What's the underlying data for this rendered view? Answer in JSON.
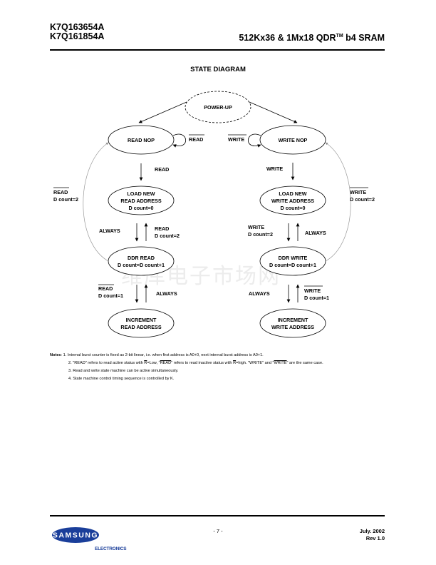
{
  "header": {
    "part1": "K7Q163654A",
    "part2": "K7Q161854A",
    "product": "512Kx36 & 1Mx18  QDR",
    "product_tm": "TM",
    "product_suffix": " b4 SRAM"
  },
  "diagram_title": "STATE DIAGRAM",
  "states": {
    "power_up": "POWER-UP",
    "read_nop": "READ NOP",
    "write_nop": "WRITE NOP",
    "load_read": [
      "LOAD NEW",
      "READ ADDRESS",
      "D count=0"
    ],
    "load_write": [
      "LOAD NEW",
      "WRITE ADDRESS",
      "D count=0"
    ],
    "ddr_read": [
      "DDR READ",
      "D count=D count+1"
    ],
    "ddr_write": [
      "DDR WRITE",
      "D count=D count+1"
    ],
    "inc_read": [
      "INCREMENT",
      "READ ADDRESS"
    ],
    "inc_write": [
      "INCREMENT",
      "WRITE ADDRESS"
    ]
  },
  "transitions": {
    "read_bar": "READ",
    "write_bar": "WRITE",
    "read": "READ",
    "write": "WRITE",
    "always": "ALWAYS",
    "d_count_2": "D count=2",
    "d_count_1": "D count=1"
  },
  "notes": {
    "label": "Notes",
    "n1": ": 1.  Internal burst counter is fixed as 2-bit linear, i.e. when first address is A0+0, next internal burst address is A0+1.",
    "n2_a": "2. \"READ\" refers to read active status with ",
    "n2_r1": "R",
    "n2_b": "=Low, \"",
    "n2_read": "READ",
    "n2_c": "\" refers to read inactive status with ",
    "n2_r2": "R",
    "n2_d": "=high. \"WRITE\" and \"",
    "n2_write": "WRITE",
    "n2_e": "\" are the same case.",
    "n3": "3. Read and  write state machine can be active simultaneously.",
    "n4": "4. State machine control timing sequence is controlled by K."
  },
  "watermark": "维库电子市场网",
  "footer": {
    "page": "- 7 -",
    "date": "July. 2002",
    "rev": "Rev 1.0",
    "logo_text": "SAMSUNG",
    "electronics": "ELECTRONICS"
  },
  "colors": {
    "logo_blue": "#1a3e9a",
    "text": "#000000"
  }
}
